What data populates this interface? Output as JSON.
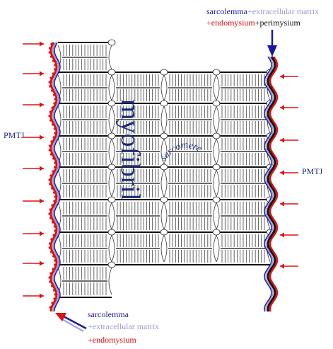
{
  "labels": {
    "top_right_line1_a": "sarcolemma",
    "top_right_line1_b": "+extracellular matrix",
    "top_right_line2_a": "+endomysium",
    "top_right_line2_b": "+perimysium",
    "left_pmtj": "PMTJ",
    "right_pmtj": "PMTJ",
    "myofibril": "myofibril",
    "sarcomere": "sarcomere",
    "bottom_left_line1": "sarcolemma",
    "bottom_left_line2": "+extracellular matrix",
    "bottom_left_line3": "+endomysium"
  },
  "colors": {
    "sarcolemma": "#1a1aa0",
    "extracellular_matrix": "#9a9ad8",
    "endomysium": "#e01010",
    "perimysium": "#111111",
    "myofibril_text": "#1a2a7a",
    "arrow": "#e01010"
  }
}
